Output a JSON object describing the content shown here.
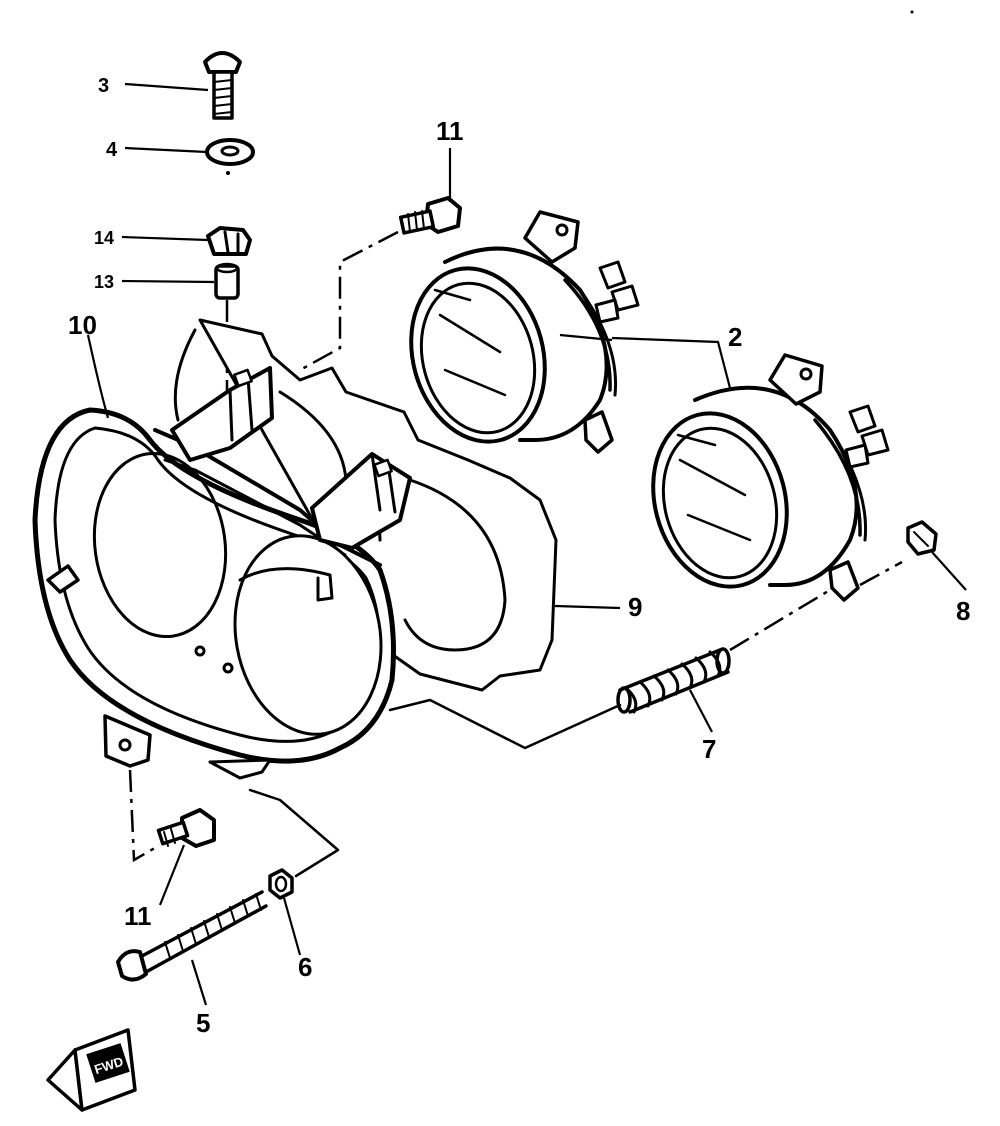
{
  "callouts": {
    "c2": "2",
    "c3": "3",
    "c4": "4",
    "c5": "5",
    "c6": "6",
    "c7": "7",
    "c8": "8",
    "c9": "9",
    "c10": "10",
    "c11_top": "11",
    "c11_bottom": "11",
    "c13": "13",
    "c14": "14"
  },
  "fwd_mark": "FWD"
}
